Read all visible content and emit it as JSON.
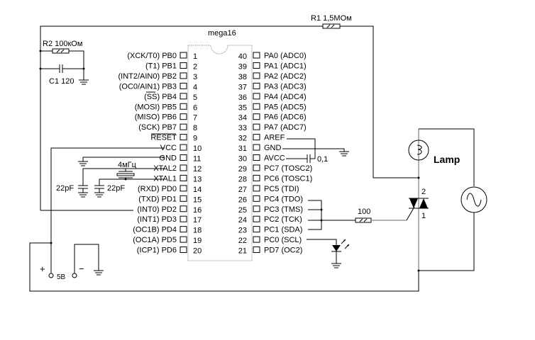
{
  "chip": {
    "name": "mega16",
    "left_pins": [
      {
        "num": "1",
        "label": "(XCK/T0)  PB0"
      },
      {
        "num": "2",
        "label": "(T1)  PB1"
      },
      {
        "num": "3",
        "label": "(INT2/AIN0)  PB2"
      },
      {
        "num": "4",
        "label": "(OC0/AIN1)  PB3"
      },
      {
        "num": "5",
        "label": "(SS)  PB4"
      },
      {
        "num": "6",
        "label": "(MOSI)  PB5"
      },
      {
        "num": "7",
        "label": "(MISO)  PB6"
      },
      {
        "num": "8",
        "label": "(SCK)  PB7"
      },
      {
        "num": "9",
        "label": "RESET"
      },
      {
        "num": "10",
        "label": "VCC"
      },
      {
        "num": "11",
        "label": "GND"
      },
      {
        "num": "12",
        "label": "XTAL2"
      },
      {
        "num": "13",
        "label": "XTAL1"
      },
      {
        "num": "14",
        "label": "(RXD)  PD0"
      },
      {
        "num": "15",
        "label": "(TXD)  PD1"
      },
      {
        "num": "16",
        "label": "(INT0)  PD2"
      },
      {
        "num": "17",
        "label": "(INT1)  PD3"
      },
      {
        "num": "18",
        "label": "(OC1B)  PD4"
      },
      {
        "num": "19",
        "label": "(OC1A)  PD5"
      },
      {
        "num": "20",
        "label": "(ICP1)  PD6"
      }
    ],
    "right_pins": [
      {
        "num": "40",
        "label": "PA0  (ADC0)"
      },
      {
        "num": "39",
        "label": "PA1  (ADC1)"
      },
      {
        "num": "38",
        "label": "PA2  (ADC2)"
      },
      {
        "num": "37",
        "label": "PA3  (ADC3)"
      },
      {
        "num": "36",
        "label": "PA4  (ADC4)"
      },
      {
        "num": "35",
        "label": "PA5  (ADC5)"
      },
      {
        "num": "34",
        "label": "PA6  (ADC6)"
      },
      {
        "num": "33",
        "label": "PA7  (ADC7)"
      },
      {
        "num": "32",
        "label": "AREF"
      },
      {
        "num": "31",
        "label": "GND"
      },
      {
        "num": "30",
        "label": "AVCC"
      },
      {
        "num": "29",
        "label": "PC7  (TOSC2)"
      },
      {
        "num": "28",
        "label": "PC6  (TOSC1)"
      },
      {
        "num": "27",
        "label": "PC5  (TDI)"
      },
      {
        "num": "26",
        "label": "PC4  (TDO)"
      },
      {
        "num": "25",
        "label": "PC3  (TMS)"
      },
      {
        "num": "24",
        "label": "PC2  (TCK)"
      },
      {
        "num": "23",
        "label": "PC1  (SDA)"
      },
      {
        "num": "22",
        "label": "PC0  (SCL)"
      },
      {
        "num": "21",
        "label": "PD7  (OC2)"
      }
    ]
  },
  "components": {
    "r1": "R1 1,5МОм",
    "r2": "R2 100кОм",
    "c1": "C1 120",
    "crystal": "4мГц",
    "c_xtal1": "22pF",
    "c_xtal2": "22pF",
    "c_avcc": "0,1",
    "r_gate": "100",
    "lamp": "Lamp",
    "triac_pin2": "2",
    "triac_pin1": "1",
    "supply_plus": "+",
    "supply_minus": "−",
    "supply_voltage": "5В"
  }
}
